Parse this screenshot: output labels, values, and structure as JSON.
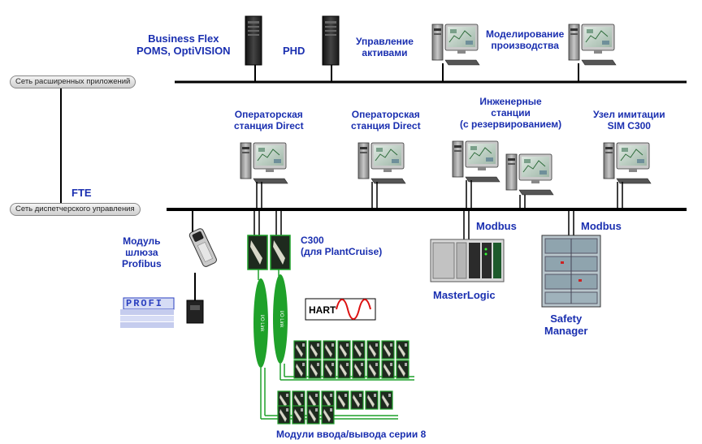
{
  "networks": {
    "apps_bus": "Сеть расширенных приложений",
    "control_bus": "Сеть диспетчерского управления",
    "fte": "FTE"
  },
  "top_nodes": {
    "business_flex": [
      "Business Flex",
      "POMS, OptiVISION"
    ],
    "phd": "PHD",
    "asset_mgmt": [
      "Управление",
      "активами"
    ],
    "simulation": [
      "Моделирование",
      "производства"
    ]
  },
  "stations": {
    "op1": [
      "Операторская",
      "станция Direct"
    ],
    "op2": [
      "Операторская",
      "станция Direct"
    ],
    "eng": [
      "Инженерные",
      "станции",
      "(с резервированием)"
    ],
    "sim": [
      "Узел имитации",
      "SIM C300"
    ]
  },
  "devices": {
    "profibus_gw": [
      "Модуль",
      "шлюза",
      "Profibus"
    ],
    "c300": [
      "C300",
      "(для PlantCruise)"
    ],
    "modbus_1": "Modbus",
    "modbus_2": "Modbus",
    "masterlogic": "MasterLogic",
    "safety_manager": [
      "Safety",
      "Manager"
    ],
    "hart": "HART",
    "profi_logo": "PROFI",
    "io_modules": "Модули ввода/вывода серии 8"
  },
  "colors": {
    "label_blue": "#1a2fb0",
    "bus_black": "#000000",
    "io_green": "#1fa12a"
  }
}
